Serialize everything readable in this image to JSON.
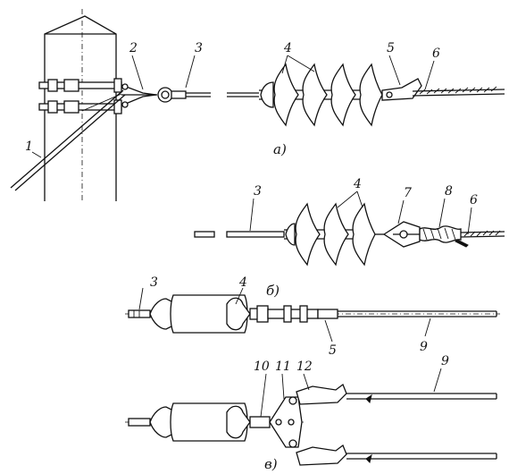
{
  "labels": {
    "n1": "1",
    "n2": "2",
    "n3a": "3",
    "n4a": "4",
    "n5a": "5",
    "n6a": "6",
    "n3b": "3",
    "n4b": "4",
    "n7": "7",
    "n8": "8",
    "n6b": "6",
    "n3c": "3",
    "n4c": "4",
    "n5c": "5",
    "n9a": "9",
    "n10": "10",
    "n11": "11",
    "n12": "12",
    "n9b": "9"
  },
  "captions": {
    "a": "а)",
    "b": "б)",
    "v": "в)"
  }
}
